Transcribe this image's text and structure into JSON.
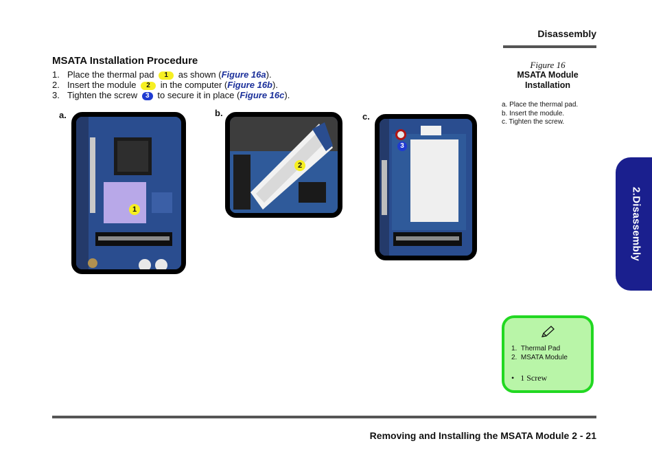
{
  "header": {
    "section_title": "Disassembly"
  },
  "procedure": {
    "title": "MSATA Installation Procedure",
    "steps": [
      {
        "num": "1.",
        "before": "Place the thermal pad",
        "badge": "1",
        "after": "as shown (",
        "ref": "Figure 16a",
        "end": ")."
      },
      {
        "num": "2.",
        "before": "Insert the module",
        "badge": "2",
        "after": "in the computer (",
        "ref": "Figure 16b",
        "end": ")."
      },
      {
        "num": "3.",
        "before": "Tighten the screw",
        "badge": "3",
        "after": "to secure it in place (",
        "ref": "Figure 16c",
        "end": ")."
      }
    ]
  },
  "figures": {
    "a": {
      "label": "a.",
      "callout": "1"
    },
    "b": {
      "label": "b.",
      "callout": "2"
    },
    "c": {
      "label": "c.",
      "callout": "3"
    }
  },
  "caption": {
    "figure_number": "Figure 16",
    "title_line1": "MSATA Module",
    "title_line2": "Installation",
    "items": [
      "a. Place the thermal pad.",
      "b. Insert the module.",
      "c. Tighten the screw."
    ]
  },
  "side_tab": {
    "label": "2.Disassembly"
  },
  "note_box": {
    "icon": "pencil-icon",
    "items": [
      {
        "num": "1.",
        "label": "Thermal Pad"
      },
      {
        "num": "2.",
        "label": "MSATA Module"
      }
    ],
    "bullet": "1 Screw"
  },
  "footer": {
    "text": "Removing and Installing the MSATA Module 2 - 21"
  },
  "colors": {
    "accent_blue": "#1a1f8e",
    "figure_ref": "#1a2f9a",
    "note_border": "#22d822",
    "note_fill": "#b9f5a8",
    "callout_yellow": "#f6ef22",
    "callout_blue": "#1f3bd1"
  }
}
